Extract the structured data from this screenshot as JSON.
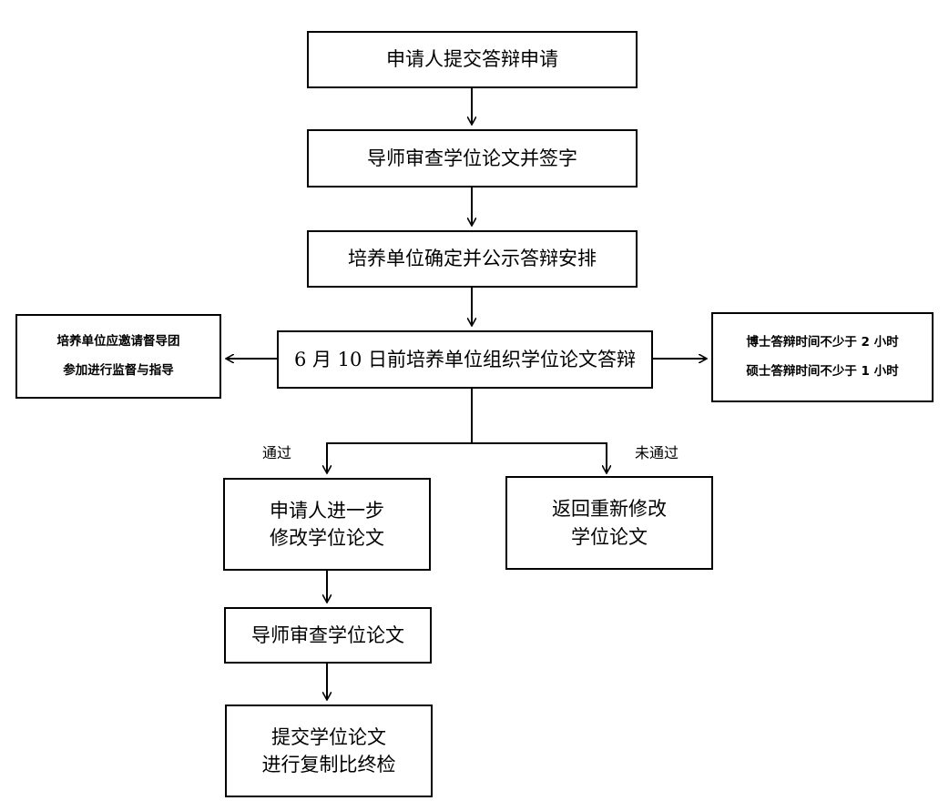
{
  "flow": {
    "step1": "申请人提交答辩申请",
    "step2": "导师审查学位论文并签字",
    "step3": "培养单位确定并公示答辩安排",
    "step4": "6 月 10 日前培养单位组织学位论文答辩",
    "left_note": [
      "培养单位应邀请督导团",
      "参加进行监督与指导"
    ],
    "right_note": [
      "博士答辩时间不少于 2 小时",
      "硕士答辩时间不少于 1 小时"
    ],
    "branch_pass_label": "通过",
    "branch_fail_label": "未通过",
    "pass_step": [
      "申请人进一步",
      "修改学位论文"
    ],
    "fail_step": [
      "返回重新修改",
      "学位论文"
    ],
    "review_step": "导师审查学位论文",
    "final_step": [
      "提交学位论文",
      "进行复制比终检"
    ]
  }
}
